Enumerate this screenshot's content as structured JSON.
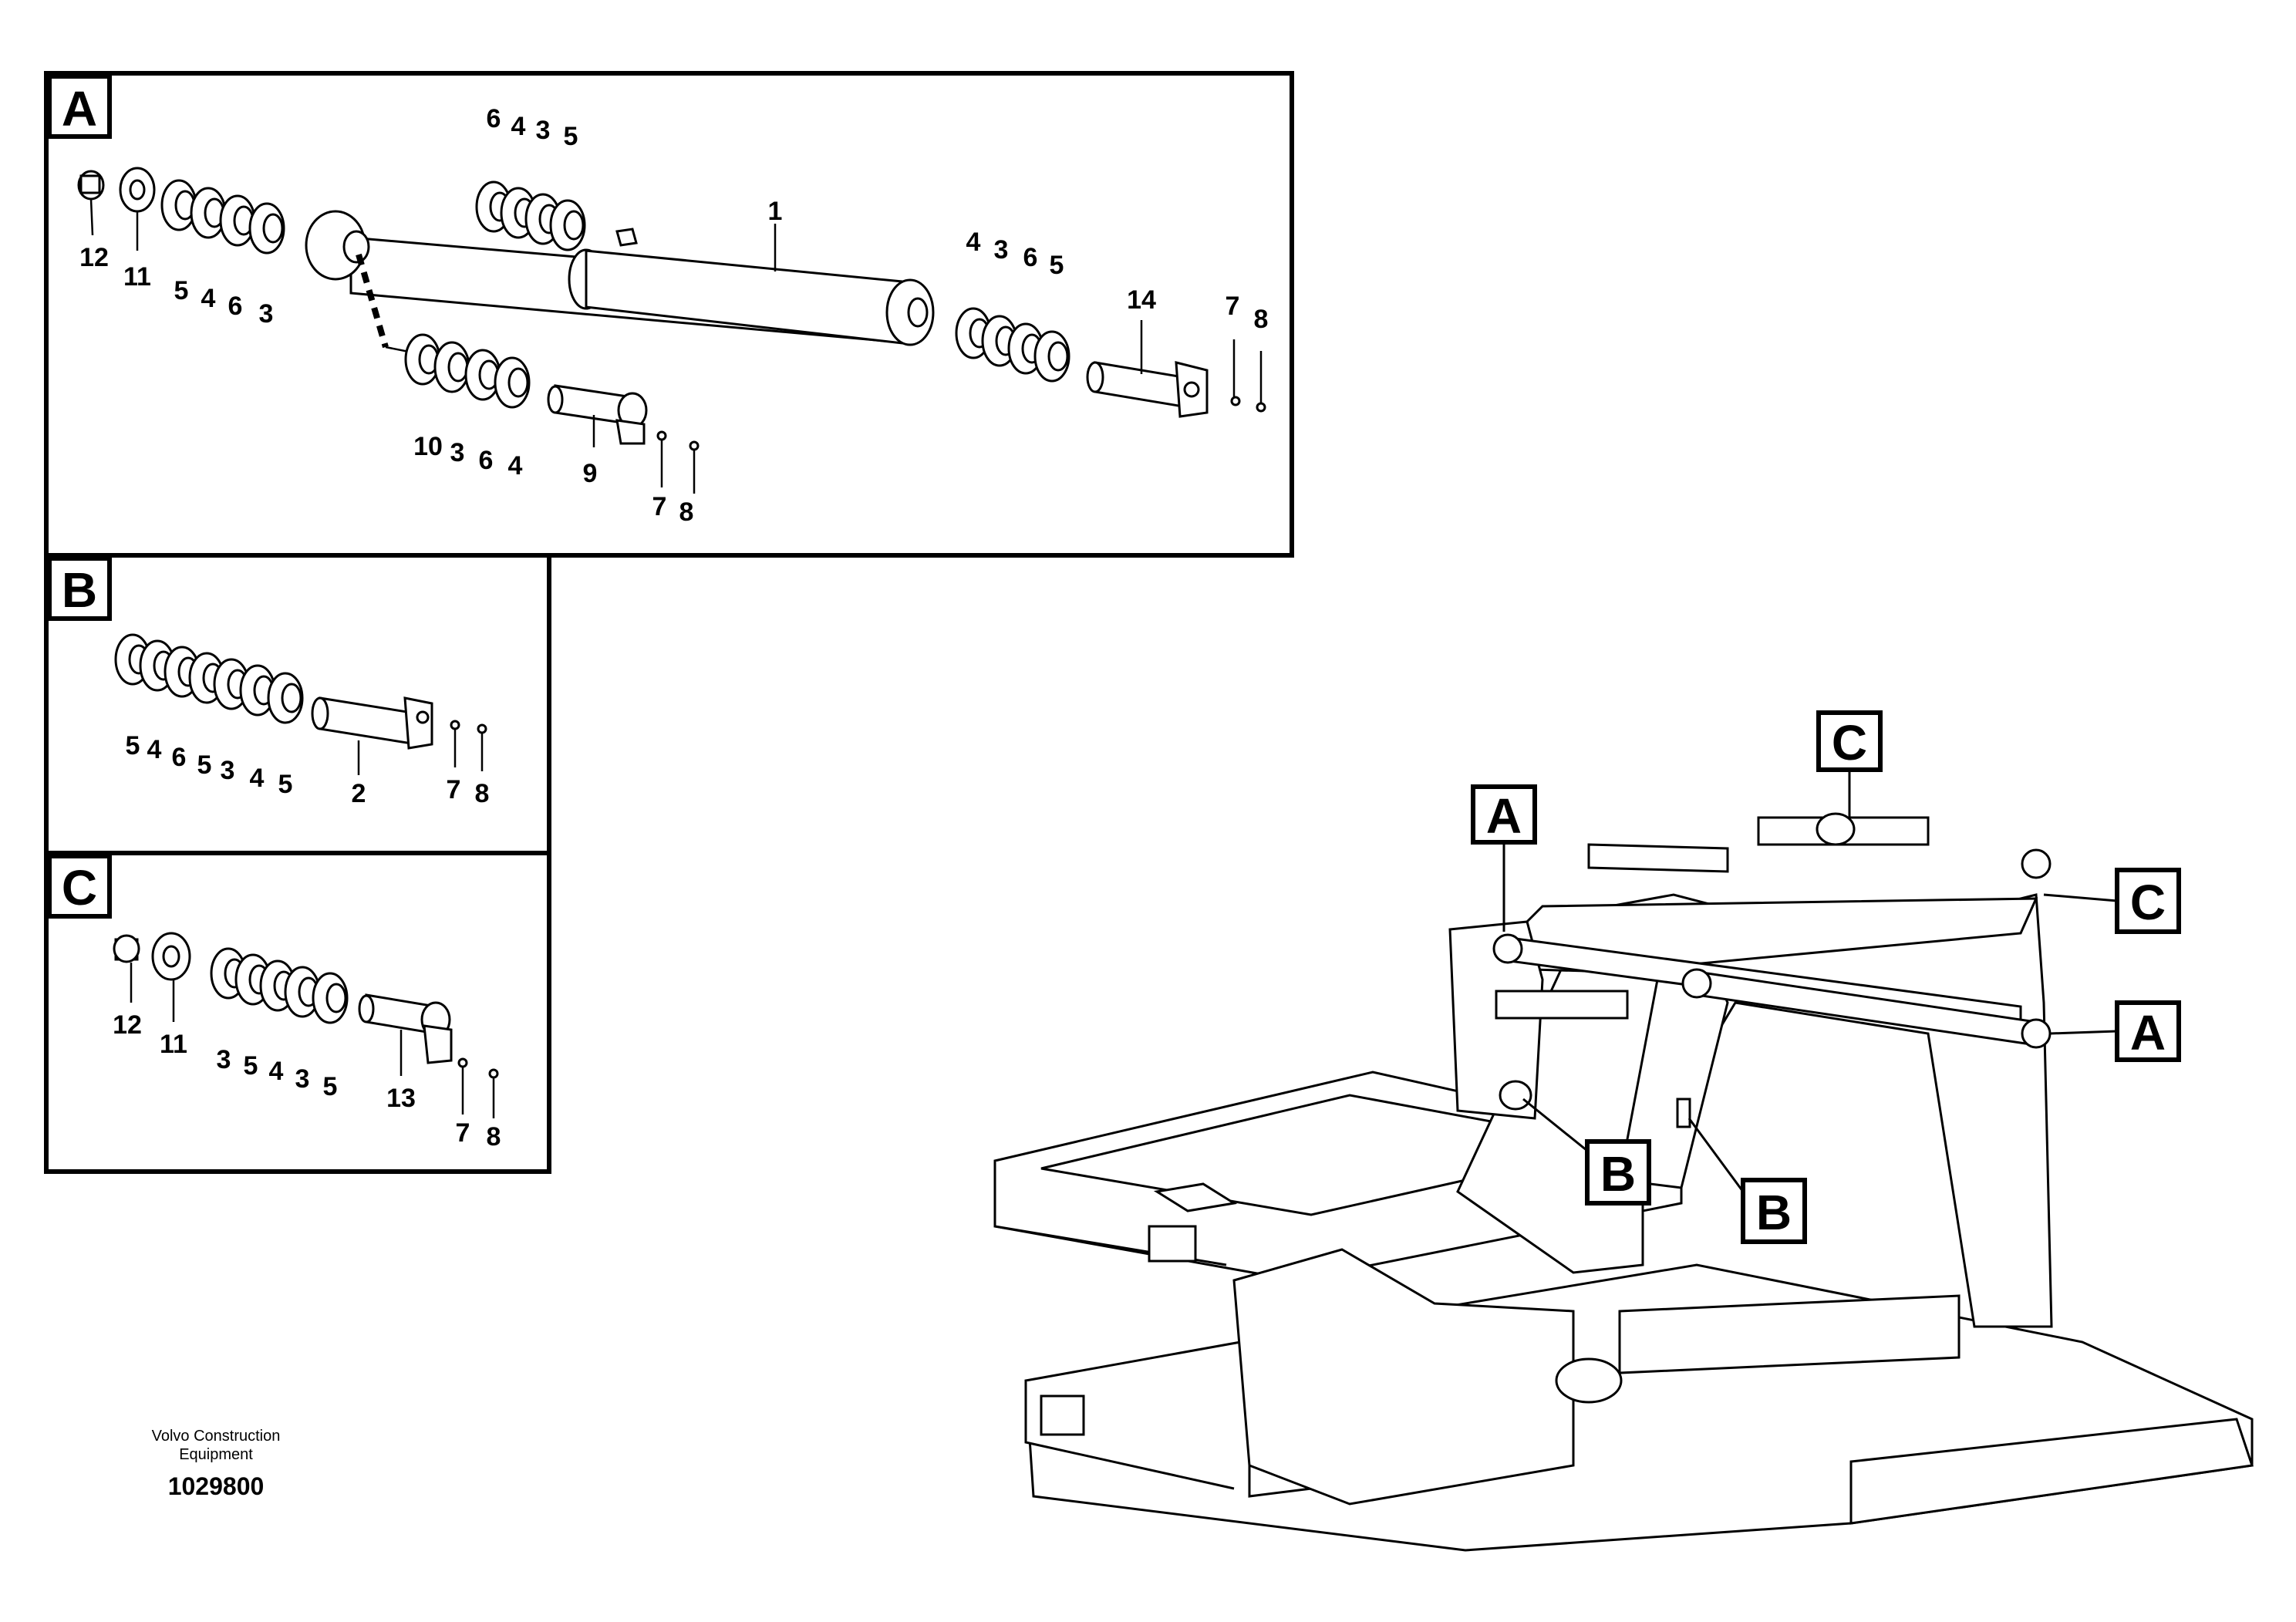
{
  "panels": [
    {
      "id": "A",
      "letter": "A"
    },
    {
      "id": "B",
      "letter": "B"
    },
    {
      "id": "C",
      "letter": "C"
    }
  ],
  "panel_a_labels": [
    "6",
    "4",
    "3",
    "5",
    "1",
    "12",
    "11",
    "5",
    "4",
    "6",
    "3",
    "4",
    "3",
    "6",
    "5",
    "14",
    "7",
    "8",
    "10",
    "3",
    "6",
    "4",
    "9",
    "7",
    "8"
  ],
  "panel_b_labels": [
    "5",
    "4",
    "6",
    "5",
    "3",
    "4",
    "5",
    "2",
    "7",
    "8"
  ],
  "panel_c_labels": [
    "12",
    "11",
    "3",
    "5",
    "4",
    "3",
    "5",
    "13",
    "7",
    "8"
  ],
  "callouts": [
    "A",
    "C",
    "C",
    "A",
    "B",
    "B"
  ],
  "footer": {
    "company_line1": "Volvo Construction",
    "company_line2": "Equipment",
    "drawing_number": "1029800"
  }
}
